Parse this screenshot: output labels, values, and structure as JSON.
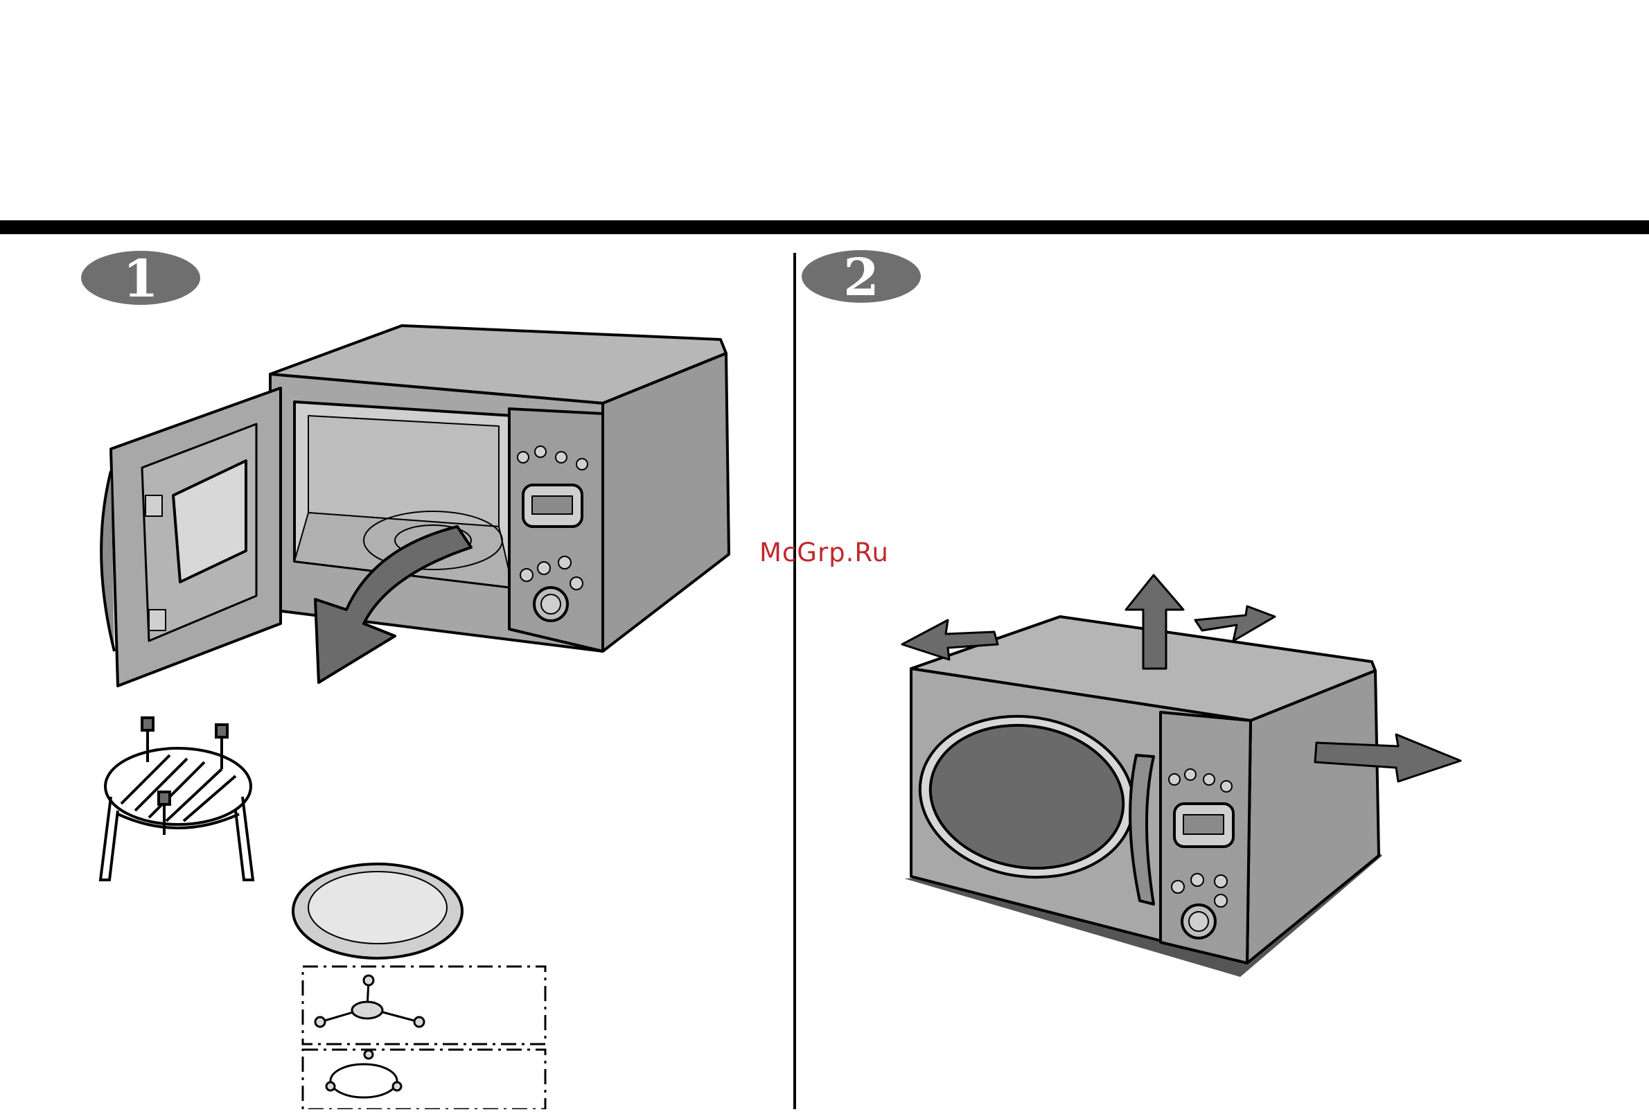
{
  "steps": [
    {
      "number": "1"
    },
    {
      "number": "2"
    }
  ],
  "watermark": "McGrp.Ru",
  "colors": {
    "ink": "#000000",
    "body": "#a9a9a9",
    "body_dark": "#8e8e8e",
    "window": "#d8d8d8",
    "glass": "#6a6a6a",
    "arrow": "#6b6b6b",
    "badge": "#6f6f6f",
    "watermark": "#c0282d"
  },
  "icons": {
    "step1_arrow": "curved-arrow-icon",
    "step2_arrows": [
      "arrow-up-icon",
      "arrow-left-icon",
      "arrow-back-icon",
      "arrow-right-icon"
    ]
  }
}
